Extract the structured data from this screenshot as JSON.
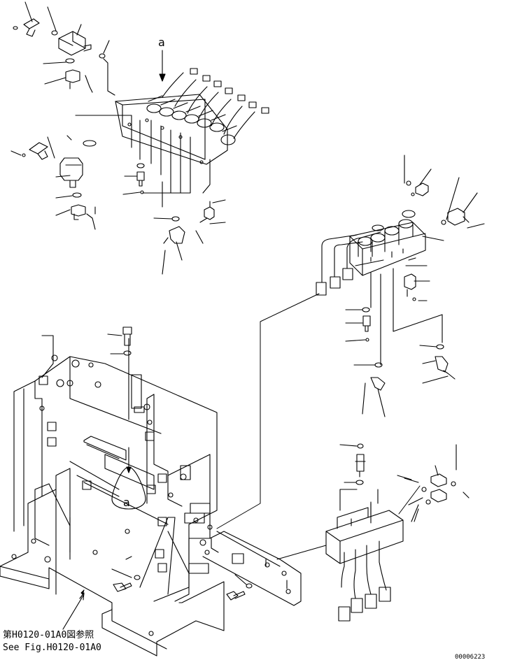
{
  "view_label": "a",
  "detail_label": "a",
  "reference_jp": "第H0120-01A0図参照",
  "reference_en": "See Fig.H0120-01A0",
  "drawing_number": "00006223"
}
